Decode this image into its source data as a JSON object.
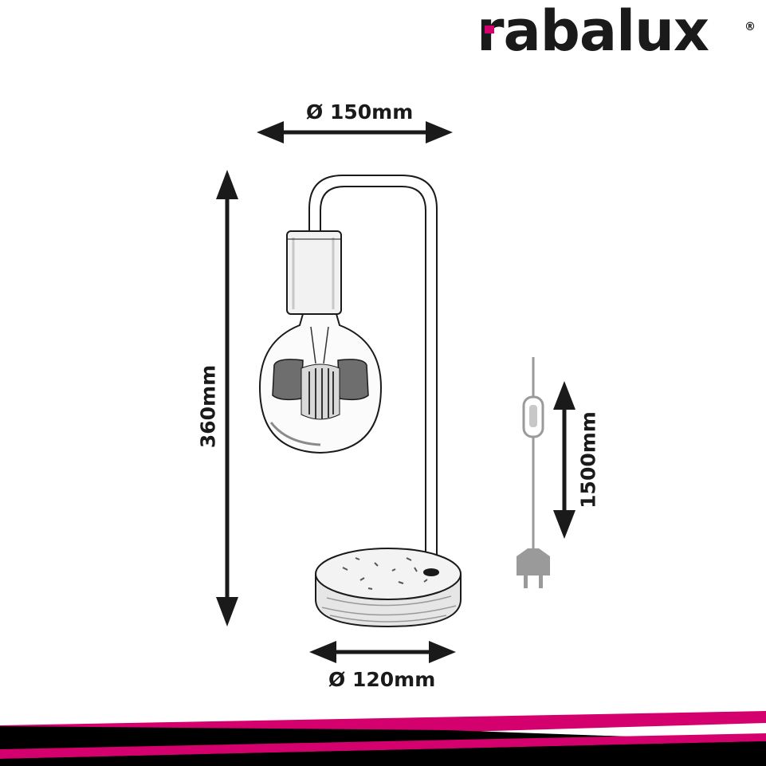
{
  "brand": {
    "name": "rabalux",
    "registered_mark": "®",
    "accent_color": "#d4006e"
  },
  "dimensions": {
    "shade_diameter": "Ø 150mm",
    "base_diameter": "Ø 120mm",
    "height": "360mm",
    "cord_length": "1500mm"
  },
  "colors": {
    "line": "#1a1a1a",
    "cord": "#9a9a9a",
    "stripe_magenta": "#d4006e",
    "stripe_black": "#000000"
  }
}
